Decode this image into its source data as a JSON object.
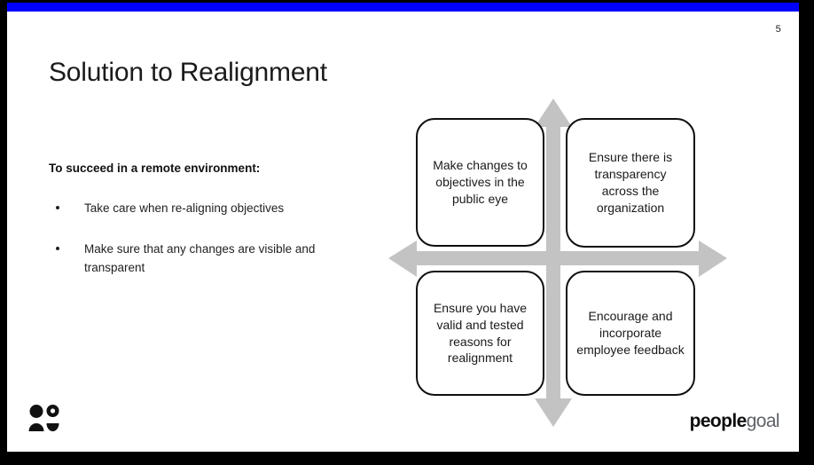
{
  "slide": {
    "page_number": "5",
    "title": "Solution to Realignment",
    "accent_bar_color": "#0000FF",
    "frame_color": "#000000",
    "background_color": "#FFFFFF"
  },
  "left_column": {
    "lead_in": "To succeed in a remote environment:",
    "bullets": [
      "Take care when re-aligning objectives",
      "Make sure that any changes are visible and transparent"
    ]
  },
  "diagram": {
    "type": "quadrant",
    "arrow_color": "#C3C3C3",
    "box_border_color": "#0F0F0F",
    "quadrants": [
      {
        "position": "top-left",
        "text": "Make changes to objectives in the public eye"
      },
      {
        "position": "top-right",
        "text": "Ensure there is transparency across the organization"
      },
      {
        "position": "bottom-left",
        "text": "Ensure you have valid and tested reasons for realignment"
      },
      {
        "position": "bottom-right",
        "text": "Encourage and incorporate employee feedback"
      }
    ]
  },
  "footer": {
    "icon_name": "users-icon",
    "brand_primary": "people",
    "brand_secondary": "goal"
  }
}
